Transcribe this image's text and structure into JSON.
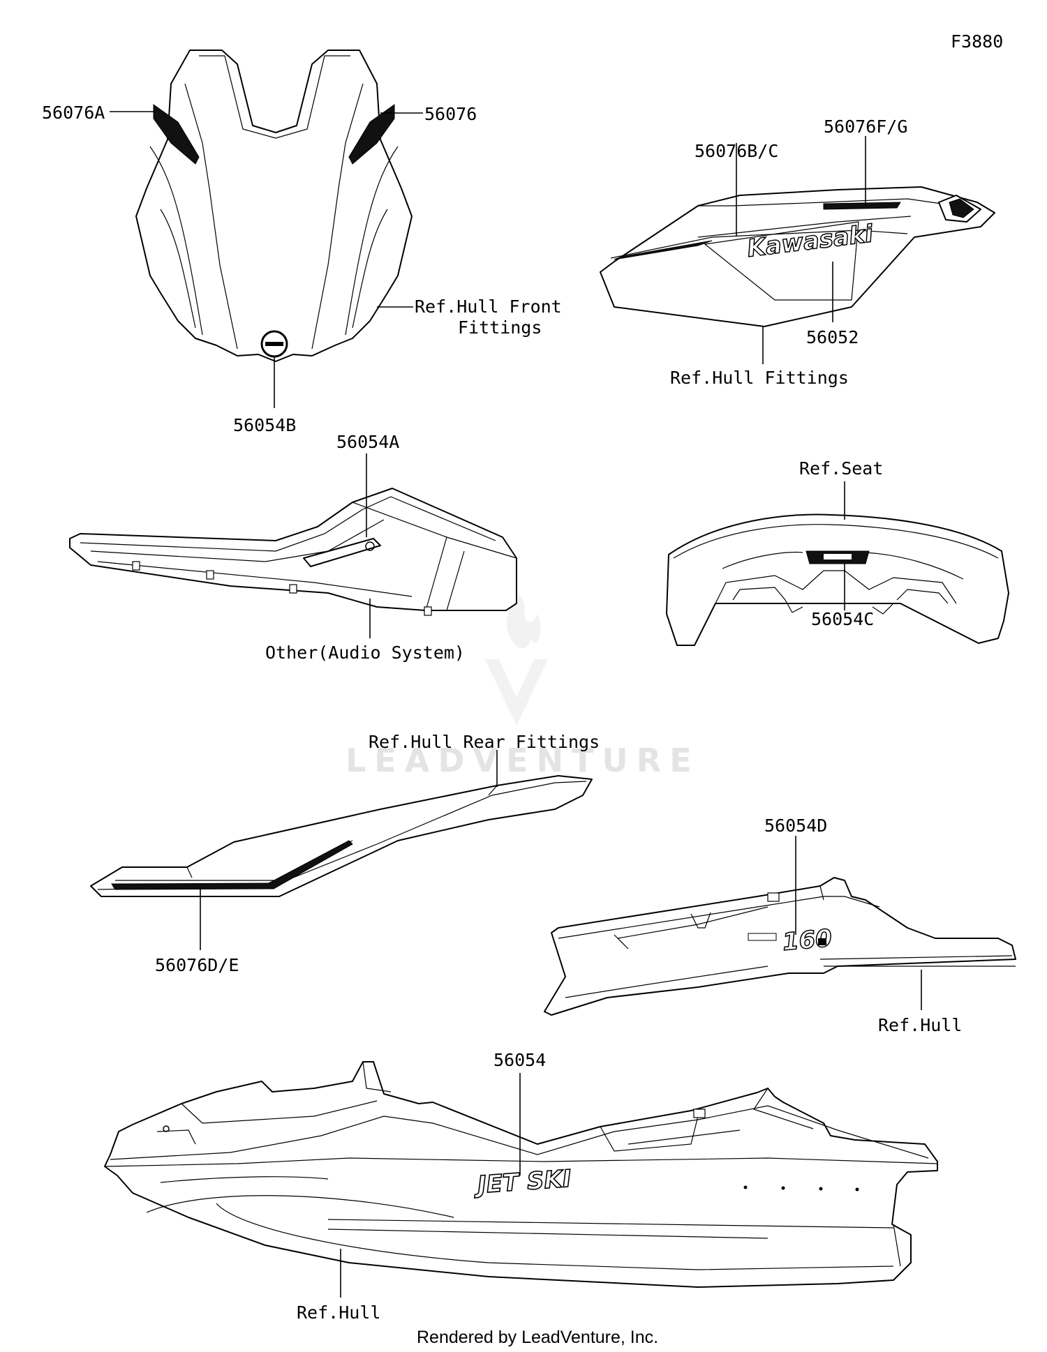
{
  "figure_code": "F3880",
  "watermark": "LEADVENTURE",
  "footer": "Rendered by LeadVenture, Inc.",
  "labels": {
    "p56076A": "56076A",
    "p56076": "56076",
    "ref_hull_front_1": "Ref.Hull Front",
    "ref_hull_front_2": "Fittings",
    "p56054B": "56054B",
    "p56076FG": "56076F/G",
    "p56076BC": "56076B/C",
    "p56052": "56052",
    "ref_hull_fittings": "Ref.Hull Fittings",
    "p56054A": "56054A",
    "other_audio": "Other(Audio System)",
    "ref_seat": "Ref.Seat",
    "p56054C": "56054C",
    "ref_hull_rear": "Ref.Hull Rear Fittings",
    "p56076DE": "56076D/E",
    "p56054D": "56054D",
    "ref_hull_1": "Ref.Hull",
    "p56054": "56054",
    "ref_hull_2": "Ref.Hull"
  },
  "decals": {
    "kawasaki": "Kawasaki",
    "jetski": "JET SKI",
    "hp": "160"
  }
}
